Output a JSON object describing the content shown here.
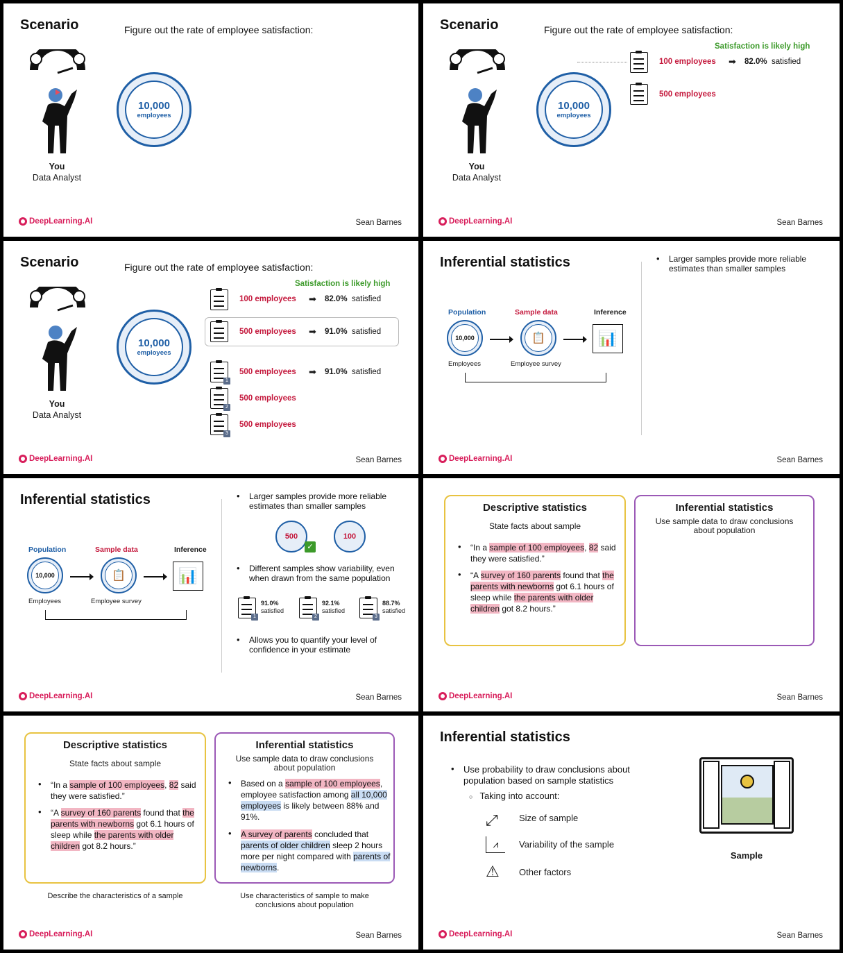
{
  "footer": {
    "brand": "DeepLearning.AI",
    "author": "Sean Barnes"
  },
  "scenario": {
    "title": "Scenario",
    "prompt": "Figure out the rate of employee satisfaction:",
    "you": "You",
    "role": "Data Analyst",
    "population_num": "10,000",
    "population_lbl": "employees",
    "satisfaction_note": "Satisfaction is likely high",
    "row_100": "100 employees",
    "row_100_pct": "82.0%",
    "row_500": "500 employees",
    "row_500_pct": "91.0%",
    "satisfied": "satisfied",
    "badges": [
      "1",
      "2",
      "3"
    ]
  },
  "inferential": {
    "title": "Inferential statistics",
    "population": "Population",
    "sample_data": "Sample data",
    "inference": "Inference",
    "ring_num": "10,000",
    "employees": "Employees",
    "employee_survey": "Employee survey",
    "bullet1": "Larger samples provide more reliable estimates than smaller samples",
    "bubble_500": "500",
    "bubble_100": "100",
    "bullet2": "Different samples show variability, even when drawn from the same population",
    "samples": [
      {
        "pct": "91.0%",
        "lbl": "satisfied",
        "badge": "1"
      },
      {
        "pct": "92.1%",
        "lbl": "satisfied",
        "badge": "2"
      },
      {
        "pct": "88.7%",
        "lbl": "satisfied",
        "badge": "3"
      }
    ],
    "bullet3": "Allows you to quantify your level of confidence in your estimate"
  },
  "compare": {
    "desc_title": "Descriptive statistics",
    "desc_sub": "State facts about sample",
    "inf_title": "Inferential statistics",
    "inf_sub": "Use sample data to draw conclusions about population",
    "d1": {
      "a": "“In a ",
      "b": "sample of 100 employees",
      "c": ", ",
      "d": "82",
      "e": " said they were satisfied.”"
    },
    "d2": {
      "a": "“A ",
      "b": "survey of 160 parents",
      "c": " found that ",
      "d": "the parents with newborns",
      "e": " got 6.1 hours of sleep while ",
      "f": "the parents with older children",
      "g": " got 8.2 hours.”"
    },
    "i1": {
      "a": "Based on a ",
      "b": "sample of 100 employees",
      "c": ", employee satisfaction among ",
      "d": "all 10,000 employees",
      "e": " is likely between 88% and 91%."
    },
    "i2": {
      "a": "A survey of parents",
      "b": " concluded that ",
      "c": "parents of older children",
      "d": " sleep 2 hours more per night compared with ",
      "e": "parents of newborns",
      "f": "."
    },
    "desc_caption": "Describe the characteristics of a sample",
    "inf_caption": "Use characteristics of sample to make conclusions about population"
  },
  "last": {
    "title": "Inferential statistics",
    "bullet": "Use probability to draw conclusions about population based on sample statistics",
    "sub": "Taking into account:",
    "items": [
      "Size of sample",
      "Variability of the sample",
      "Other factors"
    ],
    "window_label": "Sample"
  },
  "colors": {
    "brand": "#d81e5b",
    "ring": "#1f5fa6",
    "red": "#c4183c",
    "green": "#3c9a2a",
    "desc_border": "#e8c341",
    "inf_border": "#9b59b6"
  }
}
